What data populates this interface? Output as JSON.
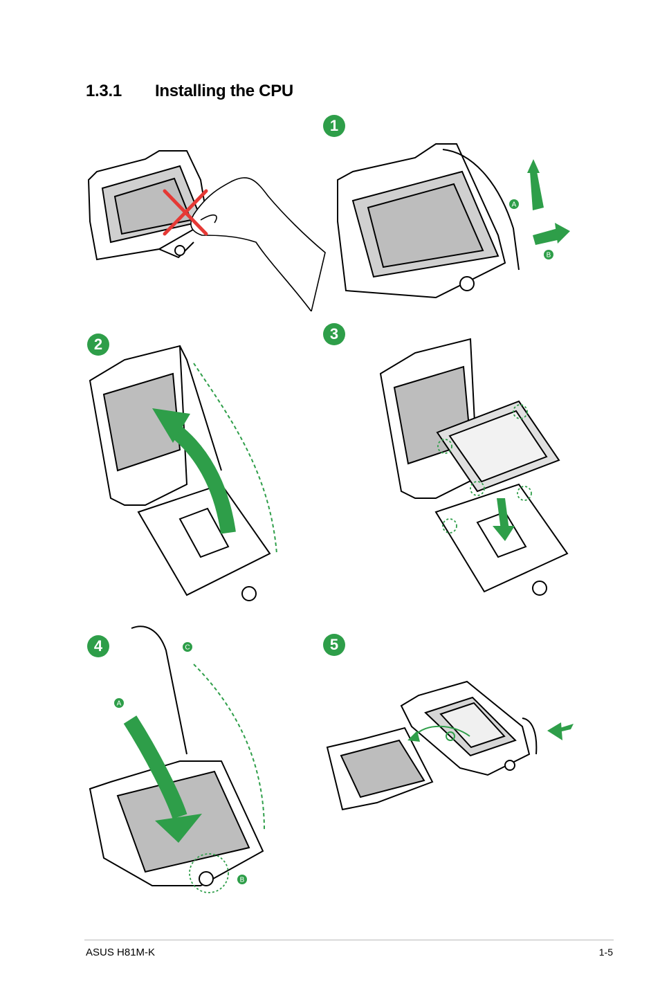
{
  "section": {
    "number": "1.3.1",
    "title": "Installing the CPU"
  },
  "steps": [
    {
      "badge": "1",
      "labels": [
        "A",
        "B"
      ]
    },
    {
      "badge": "2",
      "labels": []
    },
    {
      "badge": "3",
      "labels": []
    },
    {
      "badge": "4",
      "labels": [
        "A",
        "B",
        "C"
      ]
    },
    {
      "badge": "5",
      "labels": []
    }
  ],
  "footer": {
    "product": "ASUS H81M-K",
    "page": "1-5"
  },
  "colors": {
    "accent_green": "#2e9e49",
    "warning_red": "#e53935",
    "socket_gray": "#c8c8c8"
  }
}
